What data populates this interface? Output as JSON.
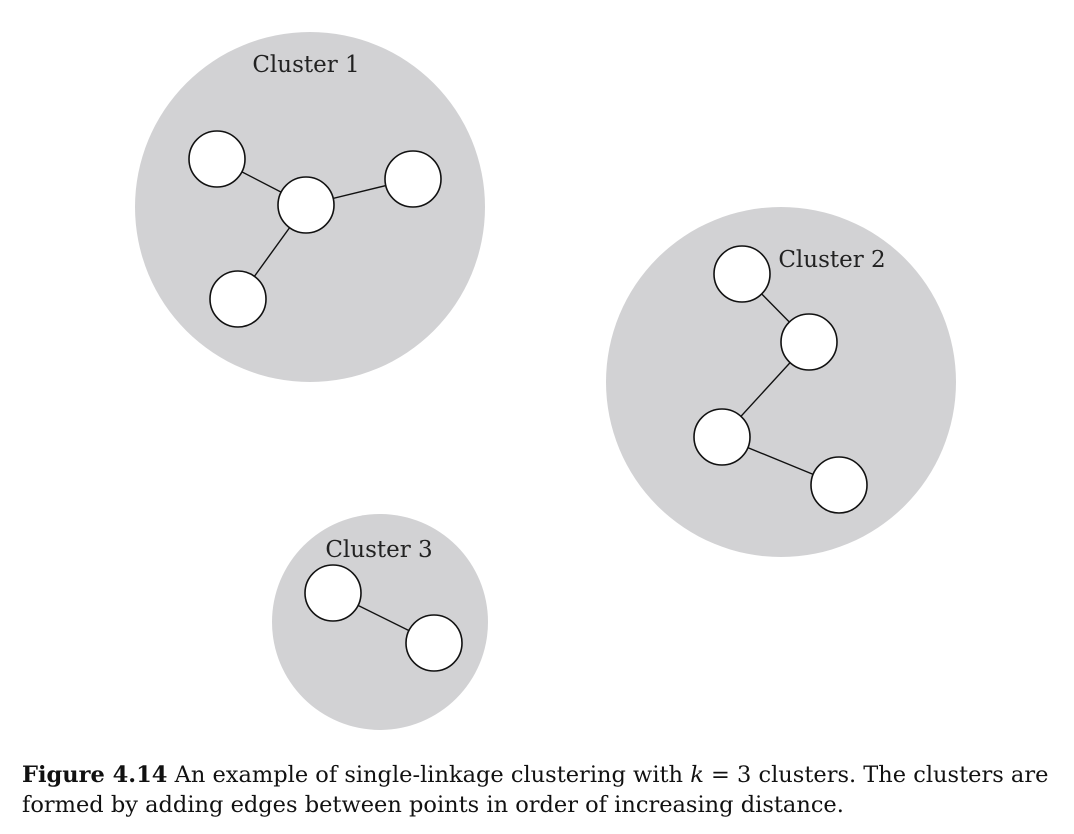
{
  "diagram": {
    "clusters": [
      {
        "label": "Cluster 1",
        "nodes": 4,
        "edges": 3
      },
      {
        "label": "Cluster 2",
        "nodes": 4,
        "edges": 3
      },
      {
        "label": "Cluster 3",
        "nodes": 2,
        "edges": 1
      }
    ]
  },
  "caption": {
    "figure_number": "Figure 4.14",
    "text_before_math": "An example of single-linkage clustering with",
    "math_var": "k",
    "math_rest": "= 3",
    "text_after_math": "clusters. The clusters are formed by adding edges between points in order of increasing distance."
  }
}
